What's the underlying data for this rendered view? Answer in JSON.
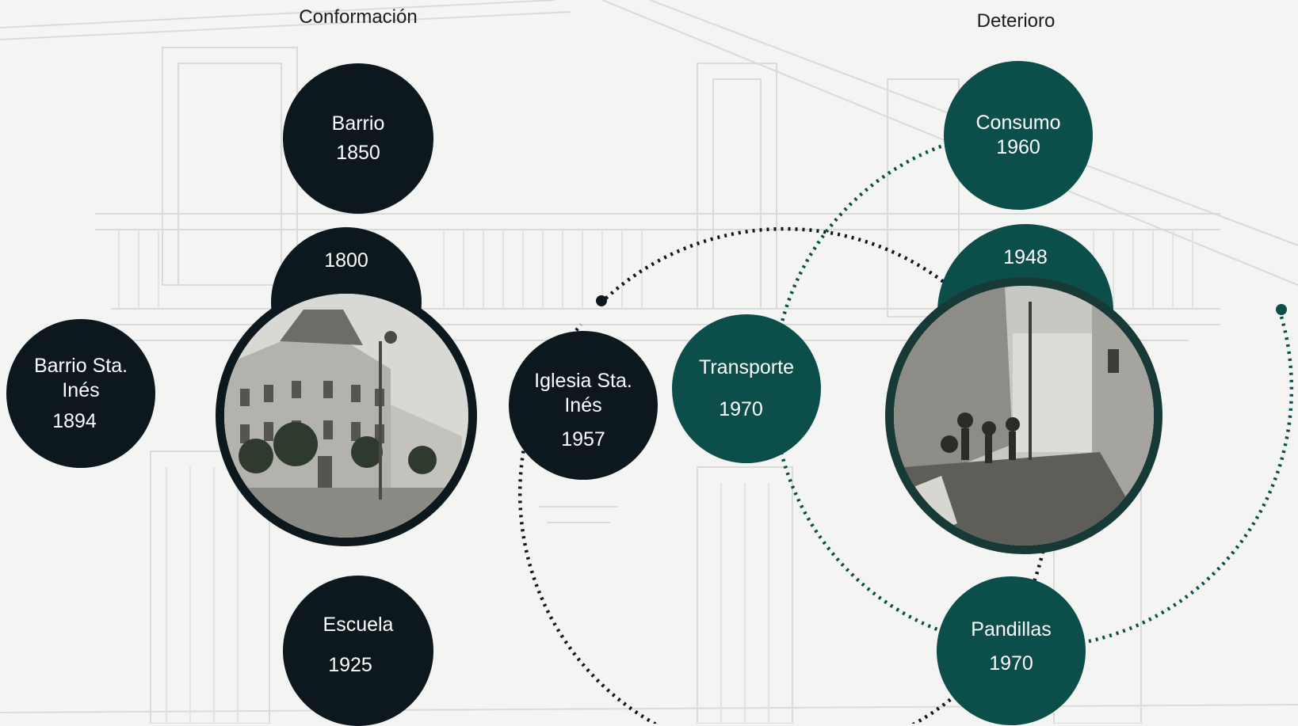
{
  "colors": {
    "dark": "#0c181d",
    "teal": "#0c4f4a",
    "dots_dark": "#0c181d",
    "dots_teal": "#0c4f4a"
  },
  "left": {
    "title": "Conformación",
    "center_year": "1800",
    "nodes": {
      "top": {
        "label": "Barrio",
        "year": "1850"
      },
      "left": {
        "label": "Barrio Sta. Inés",
        "year": "1894"
      },
      "right": {
        "label": "Iglesia Sta. Inés",
        "year": "1957"
      },
      "bottom": {
        "label": "Escuela",
        "year": "1925"
      }
    }
  },
  "right": {
    "title": "Deterioro",
    "center_year": "1948",
    "nodes": {
      "top": {
        "label": "Consumo",
        "year": "1960"
      },
      "left": {
        "label": "Transporte",
        "year": "1970"
      },
      "bottom": {
        "label": "Pandillas",
        "year": "1970"
      }
    }
  }
}
